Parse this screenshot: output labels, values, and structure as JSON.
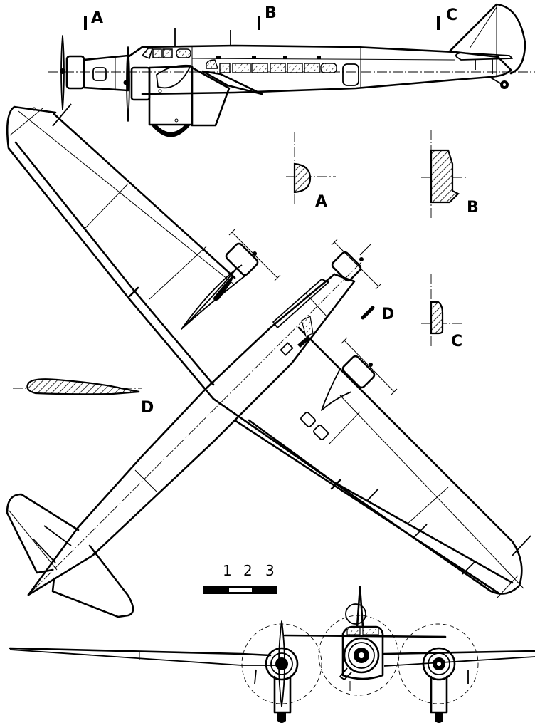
{
  "drawing": {
    "subject": "Three-view drawing of tri-motor monoplane",
    "views": [
      "side-view",
      "plan-view",
      "front-view"
    ],
    "section_markers": {
      "a": "A",
      "b": "B",
      "c": "C",
      "d": "D"
    },
    "section_profiles": [
      {
        "id": "A",
        "label": "A",
        "shape": "fuselage-section-nose"
      },
      {
        "id": "B",
        "label": "B",
        "shape": "fuselage-section-cabin"
      },
      {
        "id": "C",
        "label": "C",
        "shape": "fuselage-section-tail"
      },
      {
        "id": "D",
        "label": "D",
        "shape": "wing-airfoil"
      }
    ],
    "scale_bar": {
      "labels": [
        "1",
        "2",
        "3"
      ],
      "segments": [
        "black",
        "white",
        "black"
      ]
    },
    "colors": {
      "ink": "#000000",
      "paper": "#ffffff"
    }
  }
}
